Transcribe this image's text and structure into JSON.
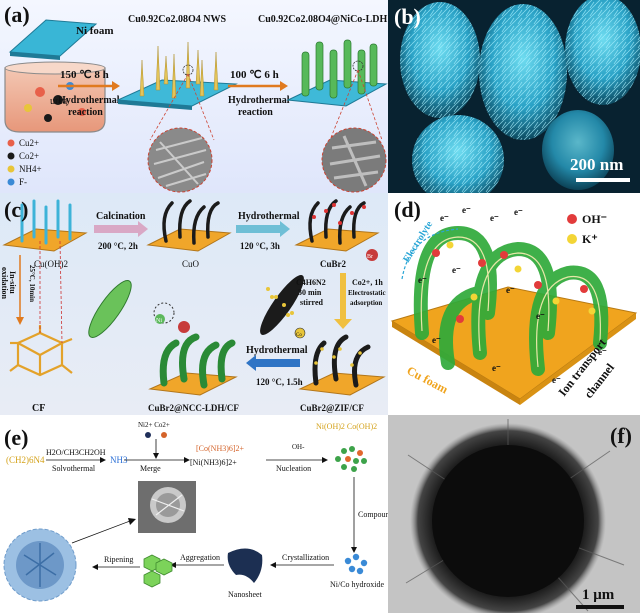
{
  "panel_a": {
    "label": "(a)",
    "ni_foam": "Ni foam",
    "nws_title": "Cu0.92Co2.08O4 NWS",
    "ldh_title": "Cu0.92Co2.08O4@NiCo-LDH",
    "step1_cond": "150 ℃ 8 h",
    "step1_name1": "Hydrothermal",
    "step1_name2": "reaction",
    "step2_cond": "100 ℃ 6 h",
    "step2_name1": "Hydrothermal",
    "step2_name2": "reaction",
    "urea": "urea",
    "legend": [
      "Cu2+",
      "Co2+",
      "NH4+",
      "F-"
    ],
    "legend_colors": [
      "#e8604a",
      "#1a1a1a",
      "#e8c53a",
      "#3a8ad6"
    ]
  },
  "panel_b": {
    "label": "(b)",
    "scale": "200 nm"
  },
  "panel_c": {
    "label": "(c)",
    "cuoh2": "Cu(OH)2",
    "calcination": "Calcination",
    "calc_cond": "200 °C, 2h",
    "cuo": "CuO",
    "hydrothermal1": "Hydrothermal",
    "hydro1_cond": "120 °C, 3h",
    "cubr2": "CuBr2",
    "insitu1": "In-situ",
    "insitu2": "oxidation",
    "rt": "25°C, 10min",
    "c4h6n2": "C4H6N2",
    "stirred1": "30 min",
    "stirred2": "stirred",
    "co_ads1": "Co2+, 1h",
    "co_ads2": "Electrostatic",
    "co_ads3": "adsorption",
    "hydrothermal2": "Hydrothermal",
    "hydro2_cond": "120 °C, 1.5h",
    "cf": "CF",
    "ncc": "CuBr2@NCC-LDH/CF",
    "zif": "CuBr2@ZIF/CF",
    "ion_ni": "Ni",
    "ion_br": "Br",
    "ion_co": "Co"
  },
  "panel_d": {
    "label": "(d)",
    "electrolyte": "Electrolyte",
    "oh": "OH⁻",
    "k": "K⁺",
    "cu_foam": "Cu foam",
    "ion_transport1": "Ion transport",
    "ion_transport2": "channel",
    "electron": "e⁻"
  },
  "panel_e": {
    "label": "(e)",
    "reactant": "(CH2)6N4",
    "solvent": "H2O/CH3CH2OH",
    "solvothermal": "Solvothermal",
    "nh3": "NH3",
    "ions": "Ni2+  Co2+",
    "merge": "Merge",
    "ni_complex": "[Ni(NH3)6]2+",
    "co_complex": "[Co(NH3)6]2+",
    "oh_ion": "OH-",
    "nucleation": "Nucleation",
    "hydroxides": "Ni(OH)2  Co(OH)2",
    "compound": "Compound",
    "nico_hydroxide": "Ni/Co hydroxide",
    "crystallization": "Crystallization",
    "nanosheet": "Nanosheet",
    "aggregation": "Aggregation",
    "ripening": "Ripening"
  },
  "panel_f": {
    "label": "(f)",
    "scale": "1 μm"
  }
}
